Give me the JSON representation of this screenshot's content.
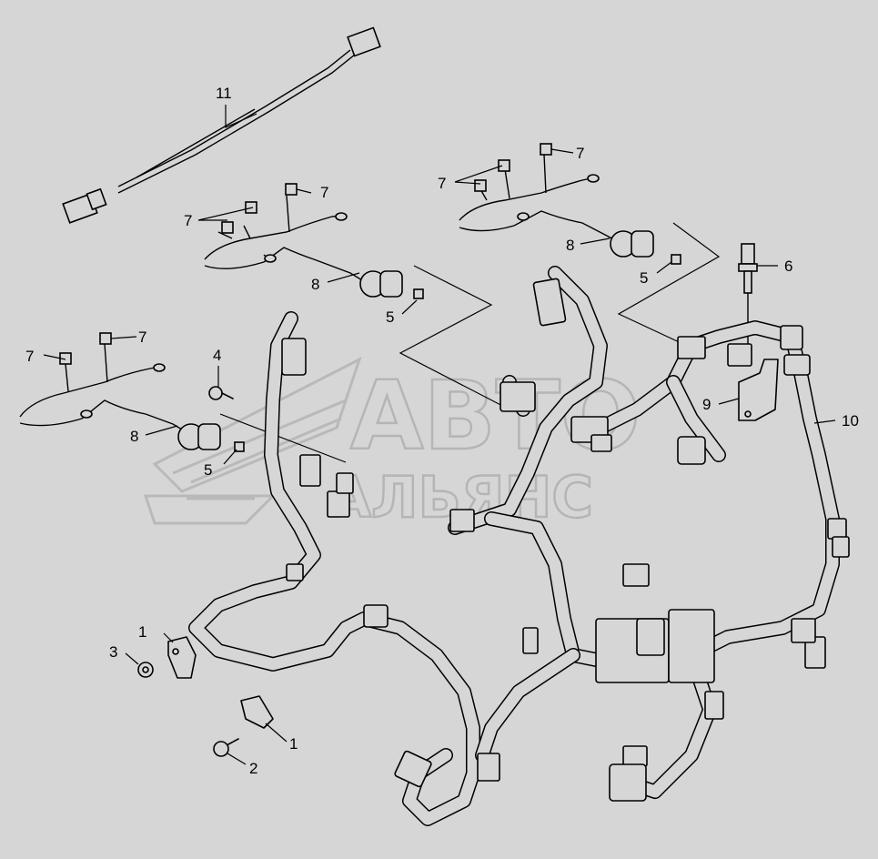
{
  "watermark": {
    "line1": "АВТО",
    "line2": "АЛЬЯНС",
    "mark_icon": "wing-logo-icon"
  },
  "callouts": [
    {
      "id": "c1a",
      "text": "1"
    },
    {
      "id": "c1b",
      "text": "1"
    },
    {
      "id": "c2",
      "text": "2"
    },
    {
      "id": "c3",
      "text": "3"
    },
    {
      "id": "c4",
      "text": "4"
    },
    {
      "id": "c5a",
      "text": "5"
    },
    {
      "id": "c5b",
      "text": "5"
    },
    {
      "id": "c5c",
      "text": "5"
    },
    {
      "id": "c6",
      "text": "6"
    },
    {
      "id": "c7a",
      "text": "7"
    },
    {
      "id": "c7b",
      "text": "7"
    },
    {
      "id": "c7c",
      "text": "7"
    },
    {
      "id": "c7d",
      "text": "7"
    },
    {
      "id": "c7e",
      "text": "7"
    },
    {
      "id": "c7f",
      "text": "7"
    },
    {
      "id": "c8a",
      "text": "8"
    },
    {
      "id": "c8b",
      "text": "8"
    },
    {
      "id": "c8c",
      "text": "8"
    },
    {
      "id": "c9",
      "text": "9"
    },
    {
      "id": "c10",
      "text": "10"
    },
    {
      "id": "c11",
      "text": "11"
    }
  ]
}
